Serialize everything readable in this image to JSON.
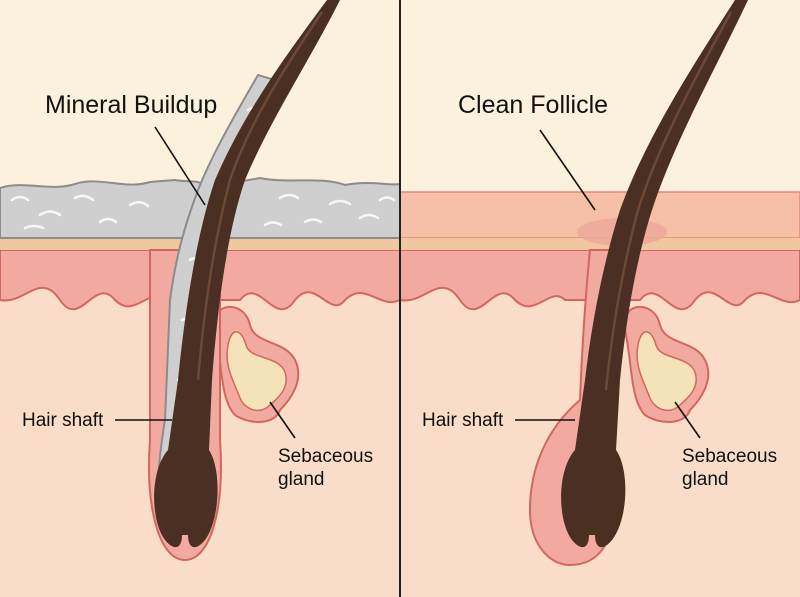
{
  "left_panel": {
    "title": "Mineral Buildup",
    "hair_label": "Hair shaft",
    "gland_label_line1": "Sebaceous",
    "gland_label_line2": "gland"
  },
  "right_panel": {
    "title": "Clean Follicle",
    "hair_label": "Hair shaft",
    "gland_label_line1": "Sebaceous",
    "gland_label_line2": "gland"
  },
  "colors": {
    "background": "#fbf1dc",
    "skin_outer": "#f2a9a0",
    "skin_inner": "#f8d8c4",
    "skin_edge": "#d2675f",
    "hair": "#4a2f22",
    "mineral": "#c9c9c9",
    "gland": "#f4e3b9",
    "divider": "#222222"
  }
}
